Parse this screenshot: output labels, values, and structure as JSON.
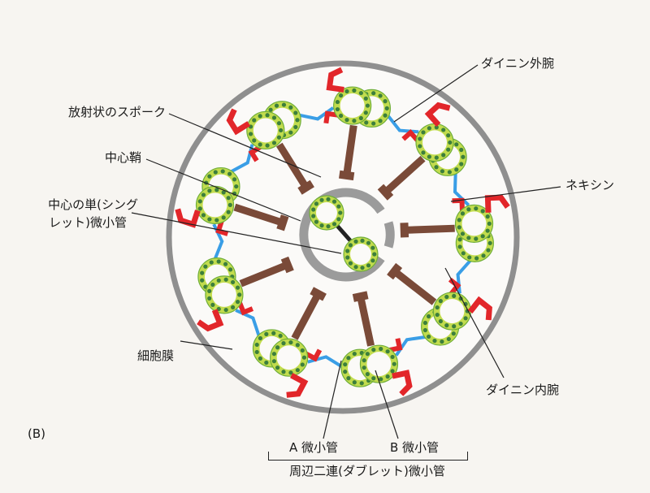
{
  "figure_label": "(B)",
  "labels": {
    "dynein_outer_arm": "ダイニン外腕",
    "radial_spoke": "放射状のスポーク",
    "central_sheath": "中心鞘",
    "central_singlet_line1": "中心の単(シング",
    "central_singlet_line2": "レット)微小管",
    "nexin": "ネキシン",
    "cell_membrane": "細胞膜",
    "dynein_inner_arm": "ダイニン内腕",
    "a_microtubule": "A 微小管",
    "b_microtubule": "B 微小管",
    "peripheral_doublet": "周辺二連(ダブレット)微小管"
  },
  "colors": {
    "membrane": "#8f8f8f",
    "tubule_fill": "#c2dc4e",
    "tubule_dots": "#3c7f3c",
    "tubule_ring": "#6fae3a",
    "dynein": "#e2262a",
    "spoke": "#7a4a38",
    "nexin": "#3a9ee6",
    "sheath": "#9b9b9b"
  }
}
